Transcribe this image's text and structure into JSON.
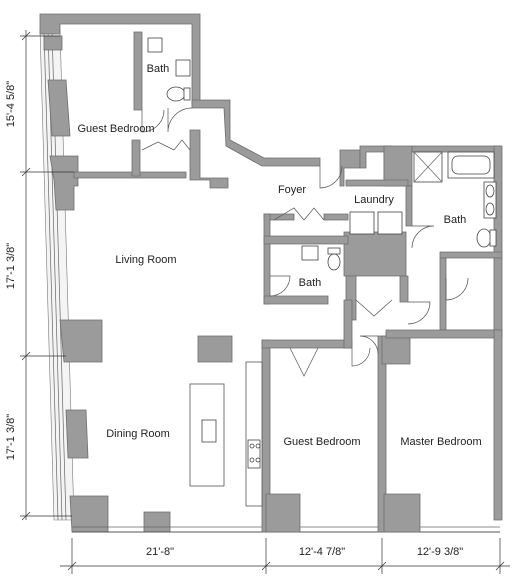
{
  "rooms": {
    "bath_top": "Bath",
    "guest_bedroom_1": "Guest  Bedroom",
    "foyer": "Foyer",
    "laundry": "Laundry",
    "bath_right": "Bath",
    "living_room": "Living  Room",
    "bath_center": "Bath",
    "dining_room": "Dining  Room",
    "guest_bedroom_2": "Guest  Bedroom",
    "master_bedroom": "Master  Bedroom"
  },
  "dimensions": {
    "bottom_1": "21'-8\"",
    "bottom_2": "12'-4   7/8\"",
    "bottom_3": "12'-9   3/8\"",
    "left_1": "15'-4   5/8\"",
    "left_2": "17'-1   3/8\"",
    "left_3": "17'-1   3/8\""
  }
}
